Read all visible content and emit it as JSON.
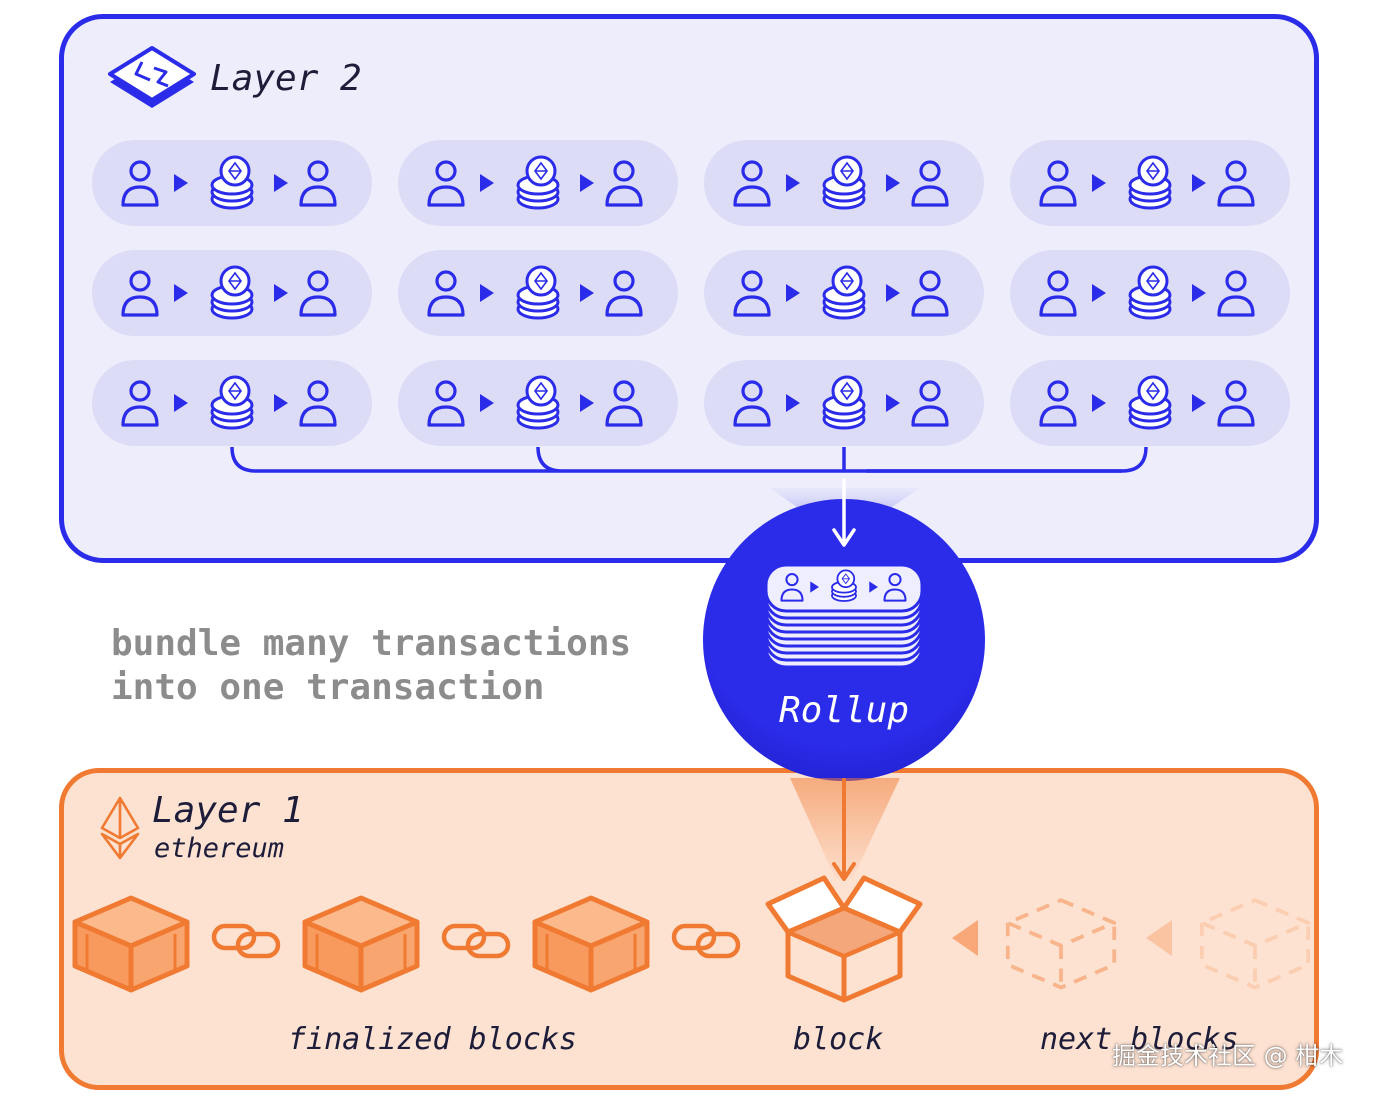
{
  "layer2": {
    "title": "Layer 2",
    "columns": 4,
    "rows": 3
  },
  "description": {
    "line1": "bundle many transactions",
    "line2": "into one transaction"
  },
  "rollup": {
    "label": "Rollup"
  },
  "layer1": {
    "title": "Layer 1",
    "subtitle": "ethereum",
    "finalized_label": "finalized blocks",
    "block_label": "block",
    "next_label": "next blocks",
    "finalized_block_count": 3,
    "next_block_count": 2
  },
  "watermark": "掘金技术社区 @ 柑木",
  "colors": {
    "layer2_accent": "#2b2bea",
    "layer2_bg": "#ededfc",
    "pill_bg": "#dcdcf7",
    "layer1_accent": "#f07a32",
    "layer1_bg": "#fde2d2"
  }
}
